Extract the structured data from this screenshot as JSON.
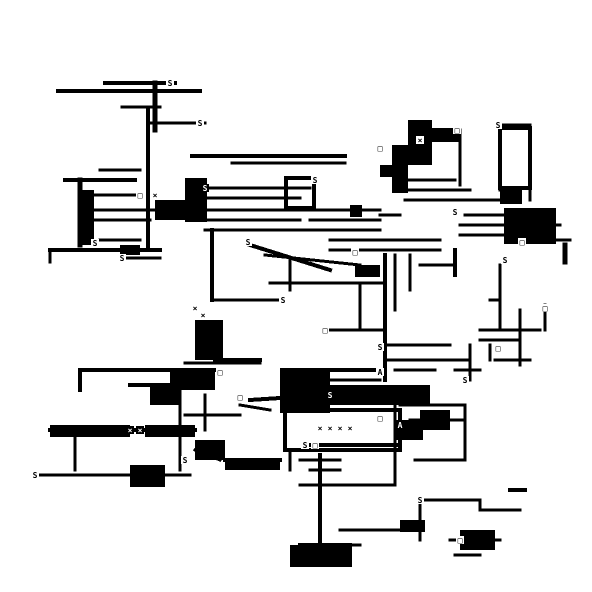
{
  "game": {
    "view": "dungeon-overview-map",
    "palette": {
      "background": "#ffffff",
      "wall": "#000000",
      "glyph_on_dark": "#ffffff",
      "glyph_on_light": "#000000"
    },
    "glyph_letters": {
      "stairs": "S",
      "altar": "A",
      "door": "□",
      "trap": "×"
    }
  }
}
